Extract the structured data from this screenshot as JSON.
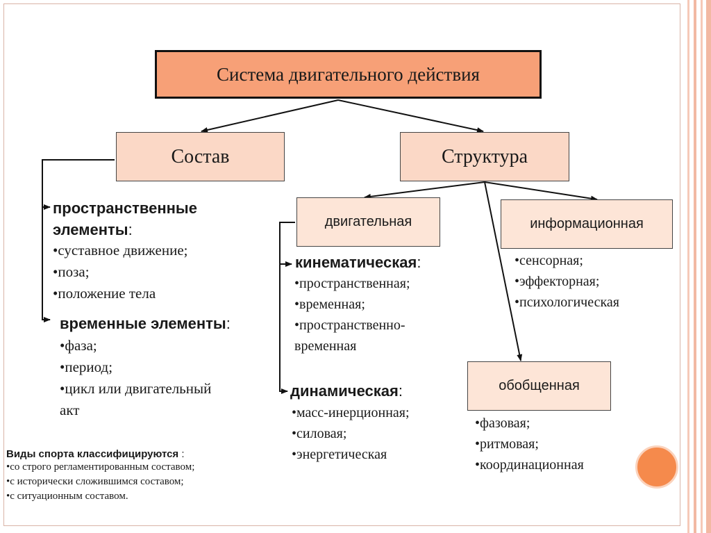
{
  "title": "Система двигательного действия",
  "branches": {
    "sostav": "Состав",
    "struktura": "Структура"
  },
  "sostav": {
    "spatial": {
      "heading_line1": "пространственные",
      "heading_line2": "элементы",
      "colon": ":",
      "items": [
        "•суставное движение;",
        "•поза;",
        "•положение тела"
      ]
    },
    "temporal": {
      "heading": "временные элементы",
      "colon": ":",
      "items": [
        "•фаза;",
        "•период;",
        "•цикл или двигательный",
        "акт"
      ]
    }
  },
  "struktura": {
    "motor": {
      "label": "двигательная",
      "kinematic": {
        "heading": "кинематическая",
        "colon": ":",
        "items": [
          "•пространственная;",
          "•временная;",
          "•пространственно-",
          "временная"
        ]
      },
      "dynamic": {
        "heading": "динамическая",
        "colon": ":",
        "items": [
          "•масс-инерционная;",
          "•силовая;",
          "•энергетическая"
        ]
      }
    },
    "info": {
      "label": "информационная",
      "items": [
        "•сенсорная;",
        "•эффекторная;",
        "•психологическая"
      ]
    },
    "general": {
      "label": "обобщенная",
      "items": [
        "•фазовая;",
        "•ритмовая;",
        "•координационная"
      ]
    }
  },
  "note": {
    "heading": "Виды спорта классифицируются",
    "colon": " :",
    "items": [
      "•со строго регламентированным составом;",
      "•с исторически сложившимся составом;",
      "•с ситуационным составом."
    ]
  },
  "colors": {
    "title_fill": "#f7a077",
    "box_fill": "#fbd8c6",
    "sub_box_fill": "#fde5d7",
    "accent_circle": "#f58a4c"
  }
}
